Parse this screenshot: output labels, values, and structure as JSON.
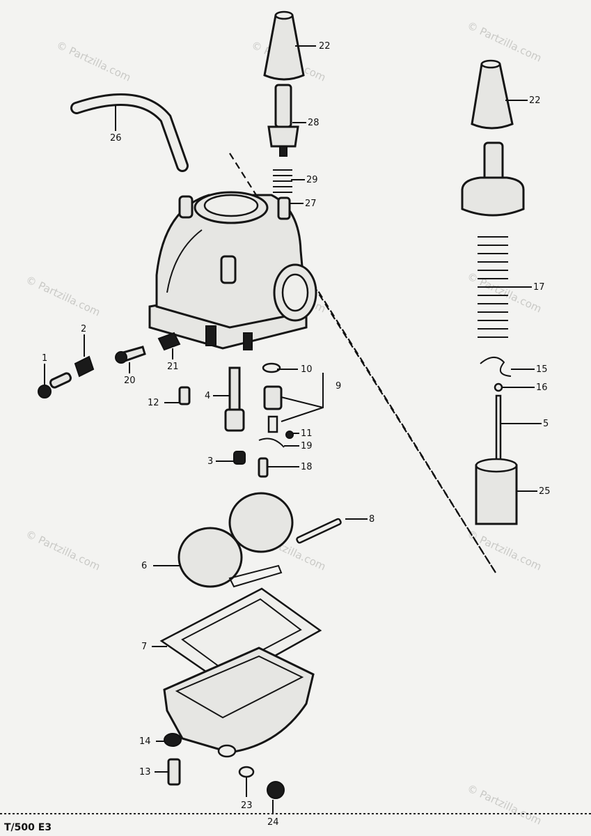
{
  "labels": {
    "p1": "1",
    "p2": "2",
    "p3": "3",
    "p4": "4",
    "p5": "5",
    "p6": "6",
    "p7": "7",
    "p8": "8",
    "p9": "9",
    "p10": "10",
    "p11": "11",
    "p12": "12",
    "p13": "13",
    "p14": "14",
    "p15": "15",
    "p16": "16",
    "p17": "17",
    "p18": "18",
    "p19": "19",
    "p20": "20",
    "p21": "21",
    "p22a": "22",
    "p22b": "22",
    "p23": "23",
    "p24": "24",
    "p25": "25",
    "p26": "26",
    "p27": "27",
    "p28": "28",
    "p29": "29"
  },
  "watermark": "© Partzilla.com",
  "model_code": "T/500 E3"
}
